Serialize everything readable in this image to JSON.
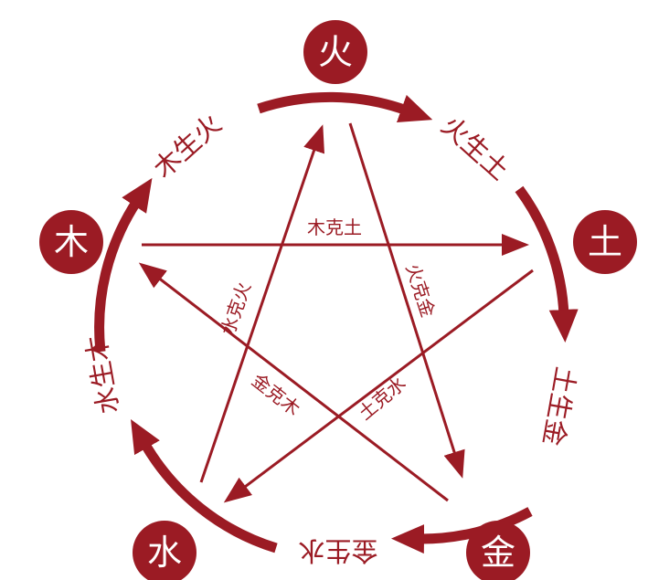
{
  "colors": {
    "primary": "#9b1b24",
    "background": "#ffffff"
  },
  "elements": {
    "fire": "火",
    "wood": "木",
    "earth": "土",
    "water": "水",
    "metal": "金"
  },
  "generating": {
    "wood_fire": "木生火",
    "fire_earth": "火生土",
    "earth_metal": "土生金",
    "metal_water": "金生水",
    "water_wood": "水生木"
  },
  "overcoming": {
    "wood_earth": "木克土",
    "water_fire": "水克火",
    "fire_metal": "火克金",
    "metal_wood": "金克木",
    "earth_water": "土克水"
  }
}
